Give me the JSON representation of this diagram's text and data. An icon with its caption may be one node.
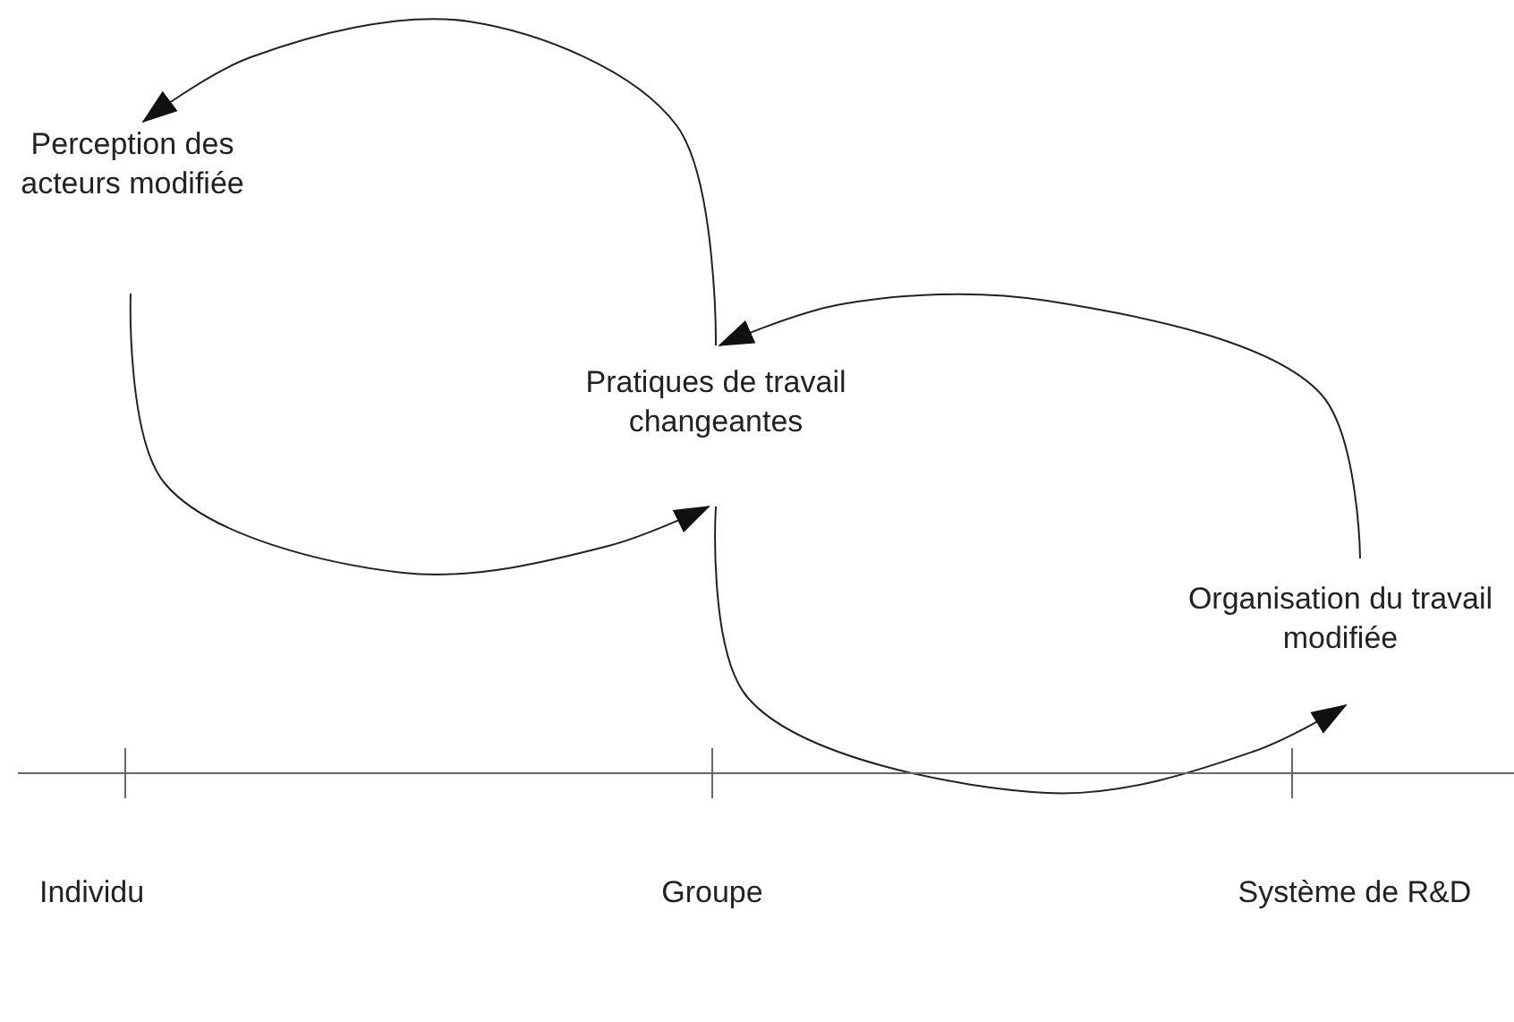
{
  "diagram": {
    "nodes": [
      {
        "text": [
          "Perception des acteurs modifiée"
        ]
      },
      {
        "text": [
          "Pratiques de travail changeantes"
        ]
      },
      {
        "text": [
          "Organisation du travail modifiée"
        ]
      }
    ],
    "edges": [
      {
        "from": 1,
        "to": 0,
        "arrow": "to"
      },
      {
        "from": 0,
        "to": 1,
        "arrow": "to"
      },
      {
        "from": 2,
        "to": 1,
        "arrow": "to"
      },
      {
        "from": 1,
        "to": 2,
        "arrow": "to"
      }
    ],
    "labels": [
      "Individu",
      "Groupe",
      "Système de R&D"
    ]
  }
}
